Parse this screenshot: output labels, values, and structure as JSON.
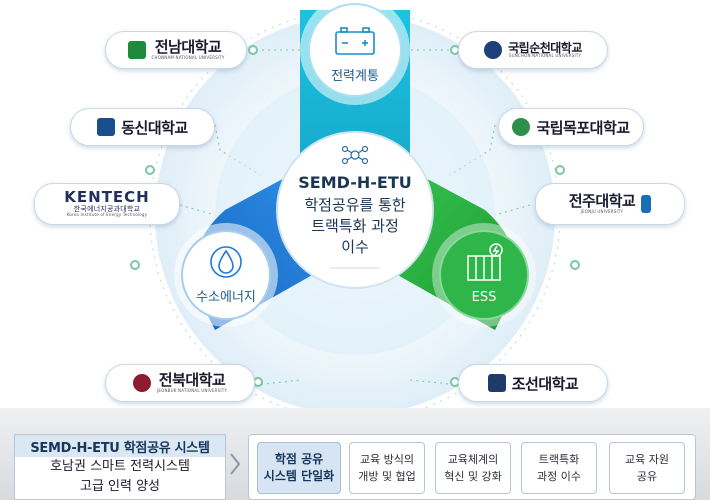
{
  "hub": {
    "center": {
      "line1": "SEMD-H-ETU",
      "line2": "학점공유를 통한",
      "line3": "트랙특화 과정",
      "line4": "이수"
    },
    "segments": [
      {
        "label": "전력계통",
        "icon": "battery-icon",
        "color": "#18b6d6"
      },
      {
        "label": "수소에너지",
        "icon": "water-drop-icon",
        "color": "#1f79d6"
      },
      {
        "label": "ESS",
        "icon": "energy-storage-icon",
        "color": "#21ad3a"
      }
    ]
  },
  "universities": {
    "left": [
      {
        "name": "전남대학교",
        "sub": "CHONNAM NATIONAL UNIVERSITY",
        "logo": "jnu-logo-icon",
        "color": "#1f8a3c"
      },
      {
        "name": "동신대학교",
        "sub": "",
        "logo": "dongshin-logo-icon",
        "color": "#1a4e8c"
      },
      {
        "name": "KENTECH",
        "sub": "한국에너지공과대학교",
        "sub2": "Korea Institute of Energy Technology",
        "logo": "kentech-logo-icon",
        "color": "#23305c"
      },
      {
        "name": "전북대학교",
        "sub": "JEONBUK NATIONAL UNIVERSITY",
        "logo": "jbnu-logo-icon",
        "color": "#8c1c2e"
      }
    ],
    "right": [
      {
        "name": "국립순천대학교",
        "sub": "SUNCHON NATIONAL UNIVERSITY",
        "logo": "scnu-logo-icon",
        "color": "#1d3f7a"
      },
      {
        "name": "국립목포대학교",
        "sub": "",
        "logo": "mnu-logo-icon",
        "color": "#2d8f4a"
      },
      {
        "name": "전주대학교",
        "sub": "JEONJU UNIVERSITY",
        "logo": "jju-logo-icon",
        "color": "#1b6fb3"
      },
      {
        "name": "조선대학교",
        "sub": "",
        "logo": "chosun-logo-icon",
        "color": "#203a6a"
      }
    ]
  },
  "bottom": {
    "system_title": "SEMD-H-ETU 학점공유 시스템",
    "system_line1": "호남권 스마트 전력시스템",
    "system_line2": "고급 인력 양성",
    "goals": [
      {
        "line1": "학점 공유",
        "line2": "시스템 단일화",
        "highlight": true
      },
      {
        "line1": "교육 방식의",
        "line2": "개방 및 협업",
        "highlight": false
      },
      {
        "line1": "교육체계의",
        "line2": "혁신 및 강화",
        "highlight": false
      },
      {
        "line1": "트랙특화",
        "line2": "과정 이수",
        "highlight": false
      },
      {
        "line1": "교육 자원",
        "line2": "공유",
        "highlight": false
      }
    ]
  },
  "colors": {
    "accent": "#1f79d6",
    "cyan": "#18b6d6",
    "green": "#21ad3a",
    "dot": "#7cc7a0"
  }
}
